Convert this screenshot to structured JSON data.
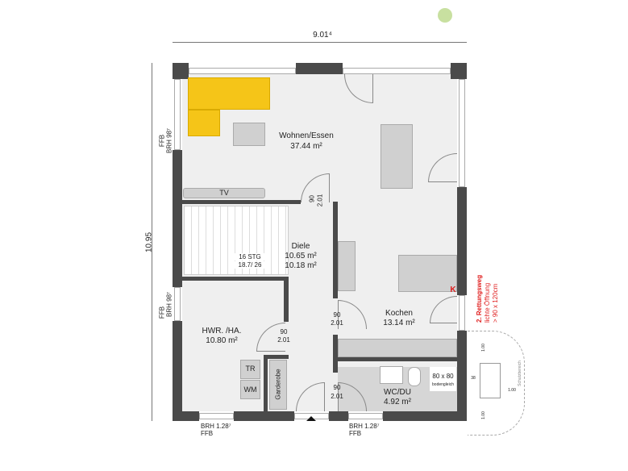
{
  "dimensions": {
    "width": "9.01⁴",
    "height": "10.95"
  },
  "rooms": {
    "wohnen": {
      "name": "Wohnen/Essen",
      "area": "37.44 m²"
    },
    "diele": {
      "name": "Diele",
      "area1": "10.65 m²",
      "area2": "10.18 m²"
    },
    "stairs": {
      "steps": "16 STG",
      "ratio": "18.7/ 26"
    },
    "hwr": {
      "name": "HWR. /HA.",
      "area": "10.80 m²"
    },
    "kochen": {
      "name": "Kochen",
      "area": "13.14 m²"
    },
    "wc": {
      "name": "WC/DU",
      "area": "4.92 m²"
    }
  },
  "furniture": {
    "tv": "TV",
    "tr": "TR",
    "wm": "WM",
    "garderobe": "Garderobe",
    "shower": "80 x 80",
    "shower_sub": "bodengleich",
    "k_mark": "K"
  },
  "doors": {
    "width": "90",
    "height": "2.01"
  },
  "windows": {
    "ffb": "FFB",
    "brh_left": "BRH 98⁷",
    "brh_bottom": "BRH 1.28⁷"
  },
  "escape": {
    "line1": "2. Rettungsweg",
    "line2": "lichte Öffnung",
    "line3": "> 90 x 120cm"
  },
  "outside": {
    "d1": "1.00",
    "d2": "1.00",
    "d3": "1.00",
    "d4": "38",
    "zone": "Schutzbereich"
  },
  "colors": {
    "sofa": "#f5c518",
    "wall": "#4a4a4a",
    "escape": "#e02020"
  }
}
